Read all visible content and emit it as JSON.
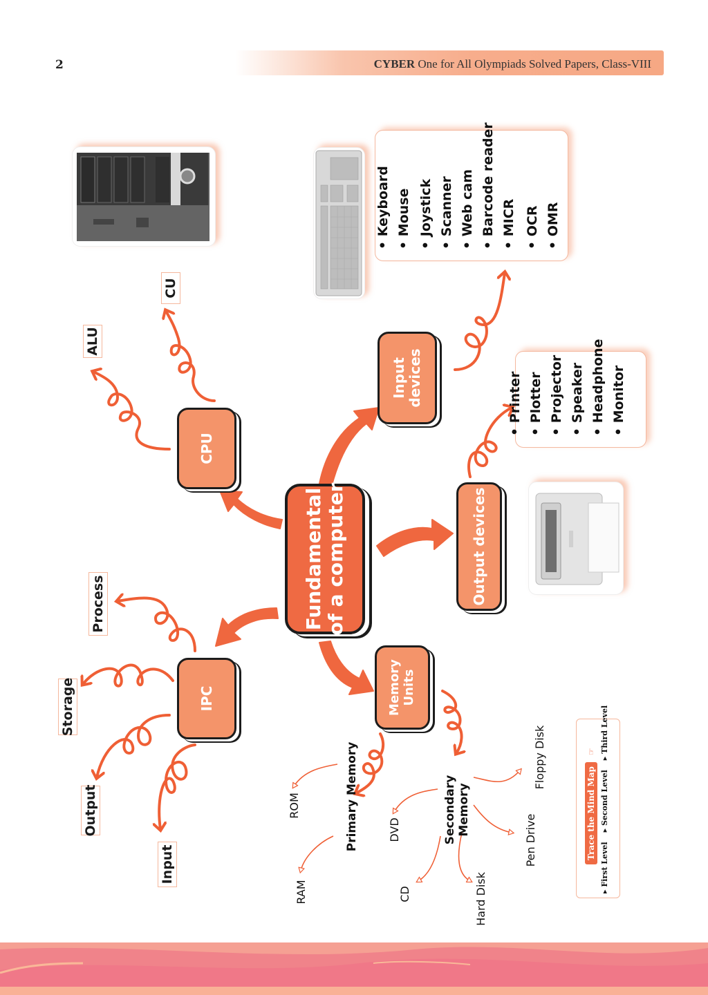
{
  "header": {
    "page_number": "2",
    "brand": "CYBER",
    "title": "One for All Olympiads Solved Papers, Class-VIII"
  },
  "colors": {
    "accent": "#ef6a43",
    "node_fill": "#f4946a",
    "node_border": "#1c1c1c",
    "card_border": "#f4b89f",
    "header_band": "#f6a884",
    "footer_pink": "#f07a88"
  },
  "mind_map": {
    "center": {
      "line1": "Fundamental",
      "line2": "of a computer"
    },
    "nodes": {
      "cpu": {
        "label": "CPU",
        "children": [
          "ALU",
          "CU"
        ]
      },
      "ipc": {
        "label": "IPC",
        "children": [
          "Process",
          "Storage",
          "Output",
          "Input"
        ]
      },
      "input_devices": {
        "line1": "Input",
        "line2": "devices",
        "items": [
          "Keyboard",
          "Mouse",
          "Joystick",
          "Scanner",
          "Web cam",
          "Barcode reader",
          "MICR",
          "OCR",
          "OMR"
        ]
      },
      "output_devices": {
        "label": "Output devices",
        "items": [
          "Printer",
          "Plotter",
          "Projector",
          "Speaker",
          "Headphone",
          "Monitor"
        ]
      },
      "memory_units": {
        "line1": "Memory",
        "line2": "Units",
        "primary": {
          "label": "Primary Memory",
          "children": [
            "ROM",
            "RAM"
          ]
        },
        "secondary": {
          "line1": "Secondary",
          "line2": "Memory",
          "children": [
            "DVD",
            "CD",
            "Hard Disk",
            "Pen Drive",
            "Floppy Disk"
          ]
        }
      }
    },
    "images": {
      "cpu_image": "computer-cabinet-image",
      "keyboard_image": "keyboard-image",
      "printer_image": "printer-image"
    }
  },
  "legend": {
    "title": "Trace the Mind Map",
    "levels": [
      "First Level",
      "Second Level",
      "Third Level"
    ],
    "bullet": "▸"
  }
}
